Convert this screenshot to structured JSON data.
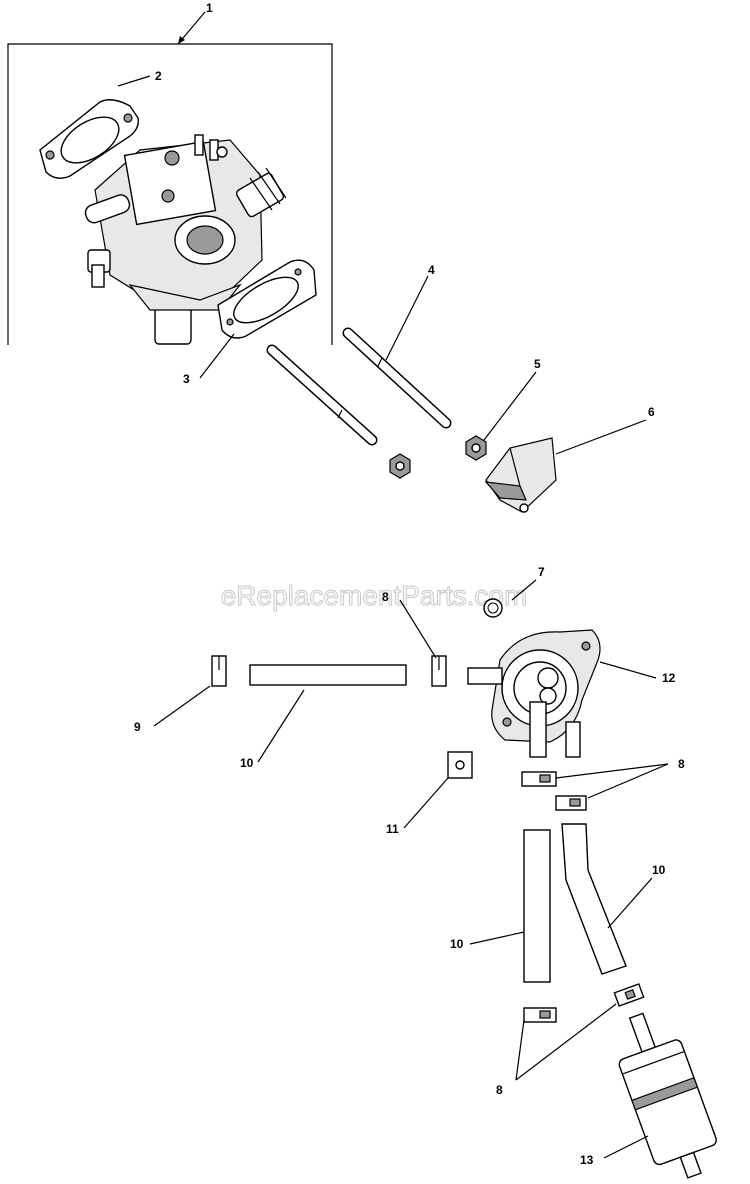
{
  "watermark": "eReplacementParts.com",
  "callouts": {
    "c1": "1",
    "c2": "2",
    "c3": "3",
    "c4": "4",
    "c5": "5",
    "c6": "6",
    "c7": "7",
    "c8a": "8",
    "c8b": "8",
    "c8c": "8",
    "c9": "9",
    "c10a": "10",
    "c10b": "10",
    "c10c": "10",
    "c11": "11",
    "c12": "12",
    "c13": "13"
  }
}
